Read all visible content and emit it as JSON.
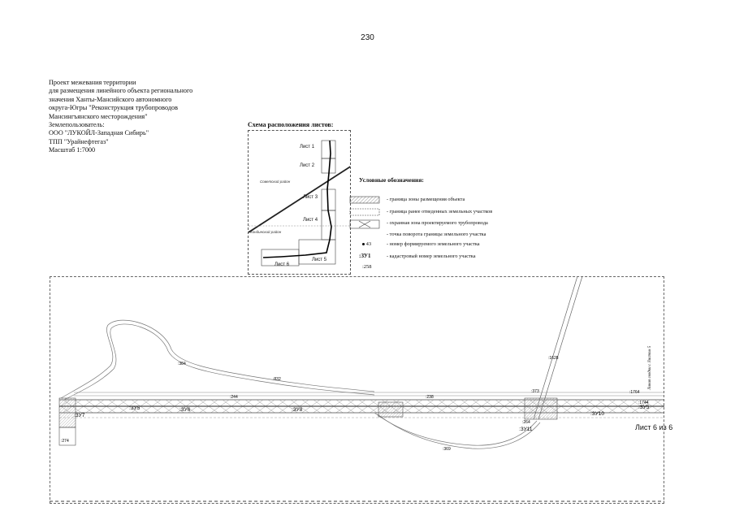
{
  "page_number": "230",
  "project_info": [
    "Проект межевания территории",
    "для размещения линейного объекта регионального",
    "значения Ханты-Мансийского автономного",
    "округа-Югры  \"Реконструкция трубопроводов",
    "Мансингъянского месторождения\"",
    "Землепользователь:",
    "ООО \"ЛУКОЙЛ-Западная Сибирь\"",
    "ТПП \"Урайнефтегаз\"",
    "Масштаб 1:7000"
  ],
  "scheme": {
    "title": "Схема расположения листов:",
    "sheets": [
      "Лист 1",
      "Лист 2",
      "Лист 3",
      "Лист 4",
      "Лист 5",
      "Лист 6"
    ],
    "areas": [
      "Советский район",
      "Кондинский район"
    ]
  },
  "legend": {
    "title": "Условные обозначения:",
    "items": [
      {
        "icon": "hatched-zone-swatch",
        "text": "- граница зоны размещения объекта"
      },
      {
        "icon": "dashed-boundary-swatch",
        "text": "- граница ранее отведенных земельных участков"
      },
      {
        "icon": "cross-zone-swatch",
        "text": "- охранная зона проектируемого трубопровода"
      },
      {
        "icon": "point-marker",
        "symbol": "43",
        "text": "- точка поворота границы земельного участка"
      },
      {
        "icon": "plot-code",
        "symbol": ":ЗУ1",
        "text": "- номер формируемого земельного участка"
      },
      {
        "icon": "cadastral-code",
        "symbol": ":258",
        "text": "- кадастровый номер земельного участка"
      }
    ]
  },
  "map": {
    "plots": [
      ":ЗУ7",
      ":ЗУ5",
      ":ЗУ6",
      ":ЗУ8",
      ":ЗУ11",
      ":ЗУ10",
      ":ЗУ5"
    ],
    "cadastral": [
      ":274",
      ":384",
      ":832",
      ":244",
      ":238",
      ":373",
      ":1628",
      ":1764",
      ":1744",
      ":369",
      ":264"
    ],
    "side_note": "Линия сводки с Листом 5",
    "sheet_caption": "Лист 6 из 6"
  }
}
